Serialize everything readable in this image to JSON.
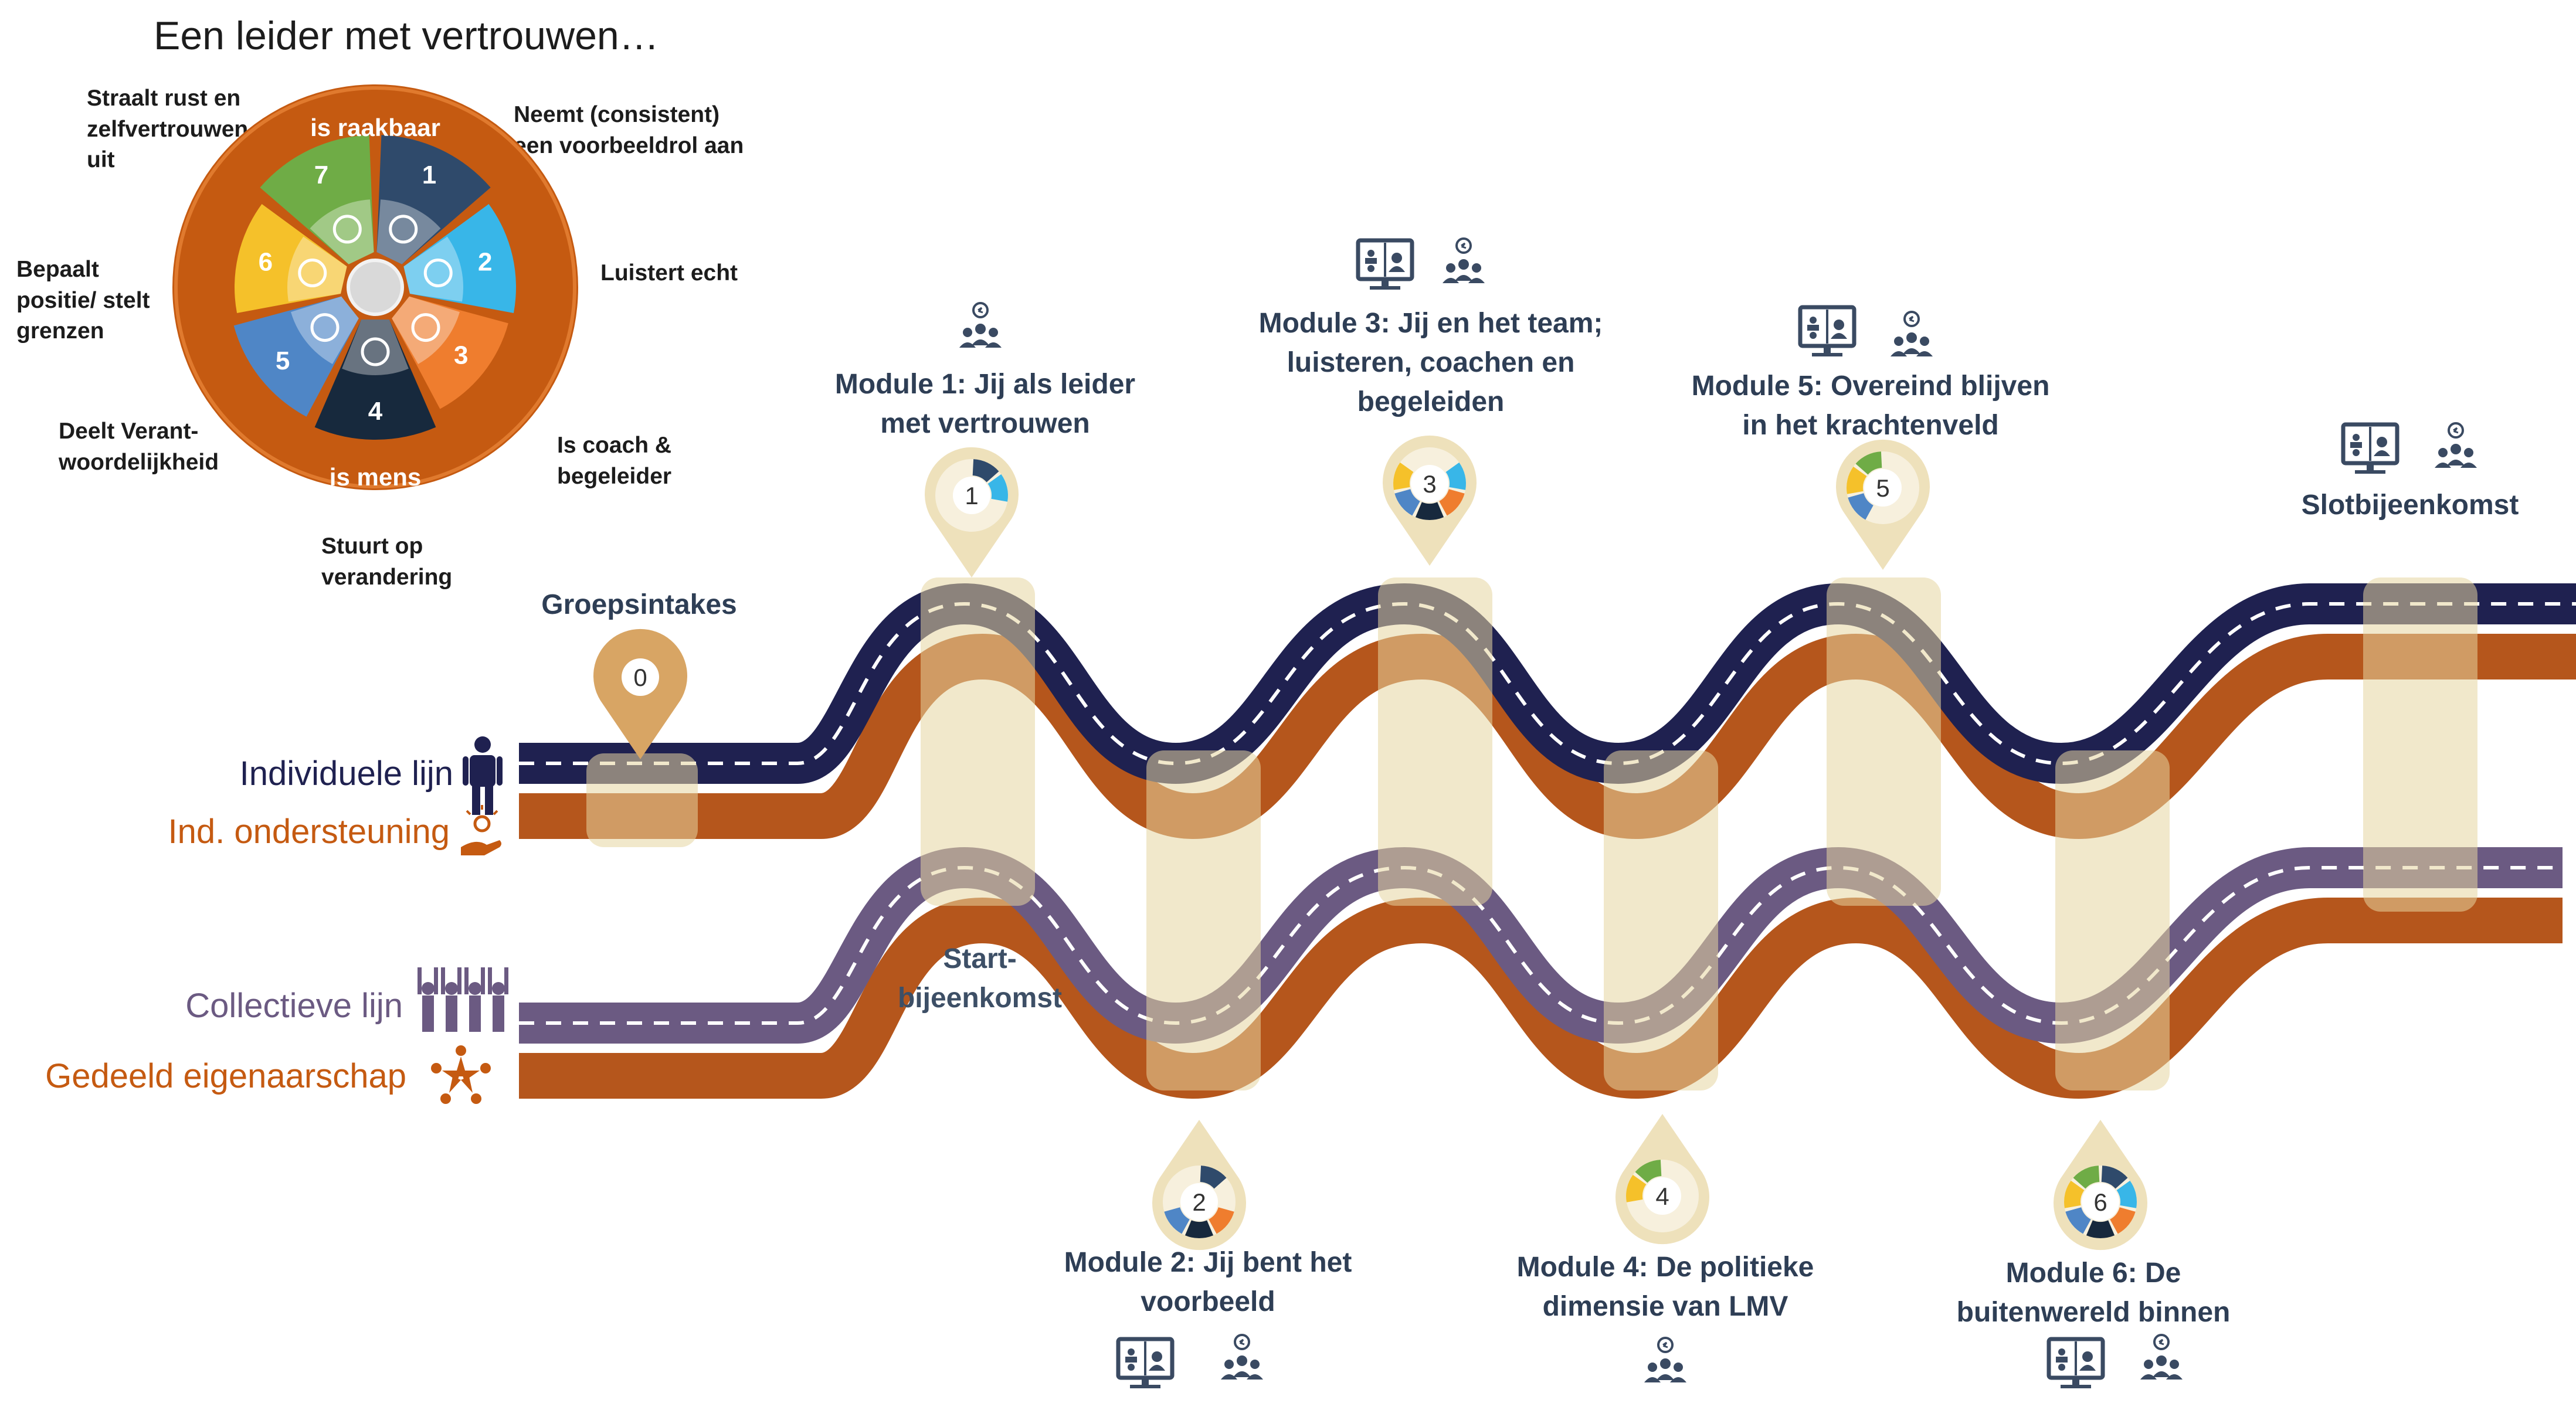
{
  "title": "Een leider met vertrouwen…",
  "wheel": {
    "top_label": "is raakbaar",
    "bottom_label": "is mens",
    "segment_numbers": [
      "1",
      "2",
      "3",
      "4",
      "5",
      "6",
      "7"
    ],
    "traits": [
      "Neemt (consistent) een voorbeeldrol aan",
      "Luistert echt",
      "Is coach & begeleider",
      "Stuurt op verandering",
      "Deelt Verant-woordelijkheid",
      "Bepaalt positie/ stelt grenzen",
      "Straalt rust en zelfvertrouwen uit"
    ],
    "colors": [
      "#2f4a6b",
      "#38b6e8",
      "#ef7d2e",
      "#17293d",
      "#4f86c6",
      "#f5c12a",
      "#6fac46"
    ]
  },
  "lanes": {
    "individual": "Individuele lijn",
    "individual_support": "Ind. ondersteuning",
    "collective": "Collectieve lijn",
    "shared": "Gedeeld eigenaarschap"
  },
  "milestones": {
    "intake": "Groepsintakes",
    "start": "Start-bijeenkomst",
    "module1": "Module 1: Jij als leider met vertrouwen",
    "module2": "Module 2: Jij bent het voorbeeld",
    "module3": "Module 3: Jij en het team; luisteren, coachen en begeleiden",
    "module4": "Module 4: De politieke dimensie van LMV",
    "module5": "Module 5: Overeind blijven in het krachtenveld",
    "module6": "Module 6: De buitenwereld binnen",
    "closing": "Slotbijeenkomst"
  },
  "pins": [
    "0",
    "1",
    "2",
    "3",
    "4",
    "5",
    "6"
  ],
  "colors": {
    "navy": "#1f2150",
    "orange": "#b5561c",
    "purple": "#6b5a82",
    "highlight": "#e6d6a0",
    "text": "#2e3e55"
  }
}
